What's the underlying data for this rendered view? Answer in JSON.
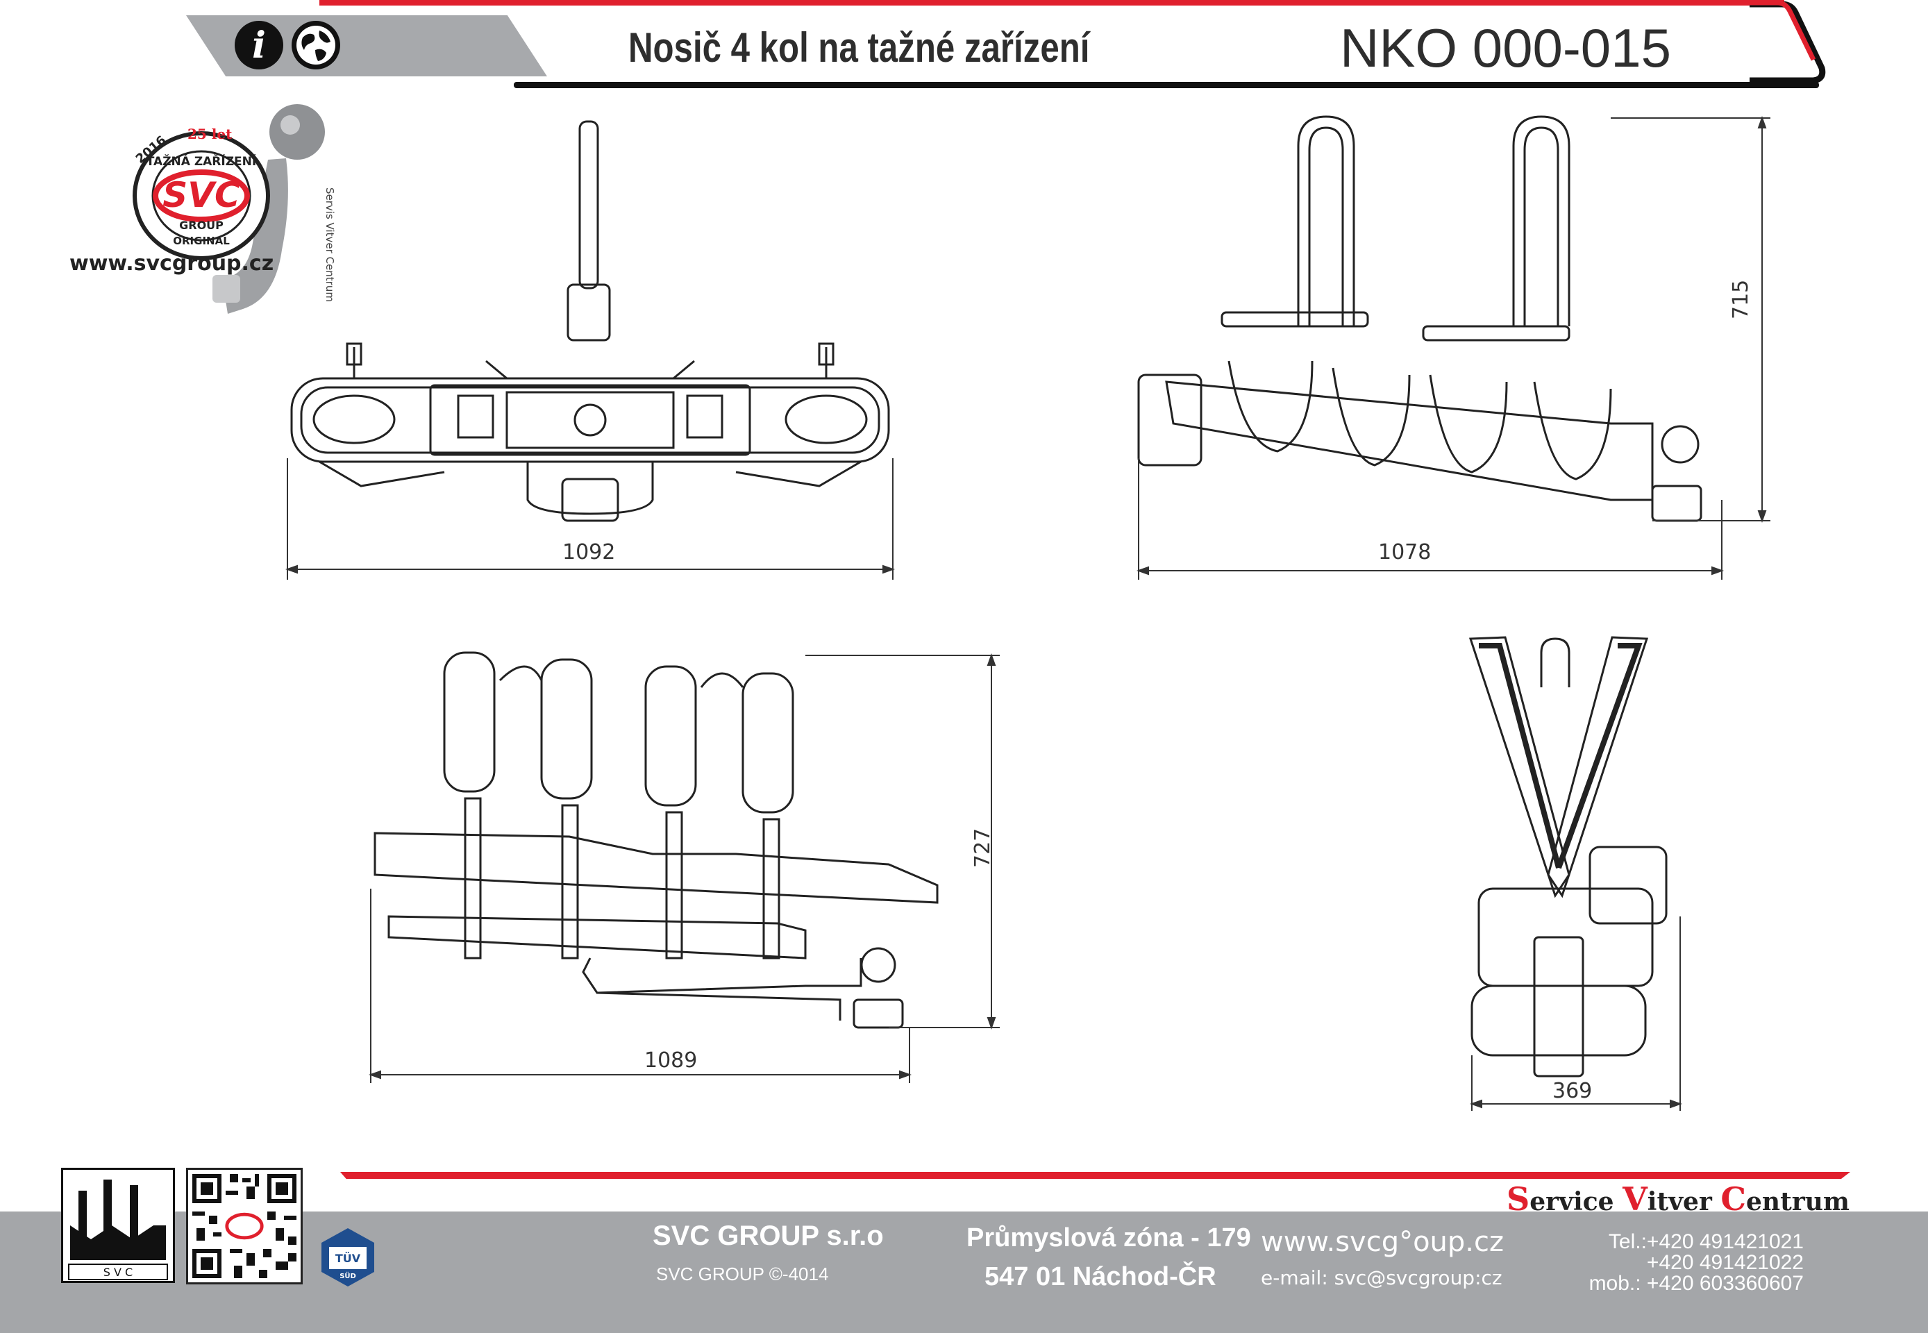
{
  "header": {
    "title": "Nosič 4 kol na tažné zařízení",
    "code": "NKO 000-015",
    "info_icon_glyph": "i"
  },
  "logo": {
    "year": "2016",
    "anniversary": "25 let",
    "brand_top": "TAŽNÁ ZAŘÍZENÍ",
    "brand": "SVC",
    "group": "GROUP",
    "original": "ORIGINAL",
    "url": "www.svcgroup.cz",
    "side_text": "Servis Vitver Centrum"
  },
  "drawings": {
    "front_width": "1092",
    "side_width": "1078",
    "side_height": "715",
    "folded_width": "1089",
    "folded_height": "727",
    "end_width": "369"
  },
  "footer": {
    "service_part1": "S",
    "service_rest1": "ervice ",
    "service_part2": "V",
    "service_rest2": "itver ",
    "service_part3": "C",
    "service_rest3": "entrum",
    "company": "SVC GROUP s.r.o",
    "copyright": "SVC GROUP ©-4014",
    "address1": "Průmyslová zóna - 179",
    "address2": "547 01 Náchod-ČR",
    "web": "www.svcg°oup.cz",
    "email": "e-mail: svc@svcgroup:cz",
    "tel1": "Tel.:+420 491421021",
    "tel2": "+420 491421022",
    "tel3": "mob.: +420 603360607",
    "factory_label": "S V C",
    "tuv_label": "TÜV",
    "tuv_sub": "SÜD"
  },
  "colors": {
    "accent_red": "#e0202d",
    "band_gray": "#a4a6a9",
    "tab_gray": "#a7a9ac",
    "ink": "#111111"
  }
}
